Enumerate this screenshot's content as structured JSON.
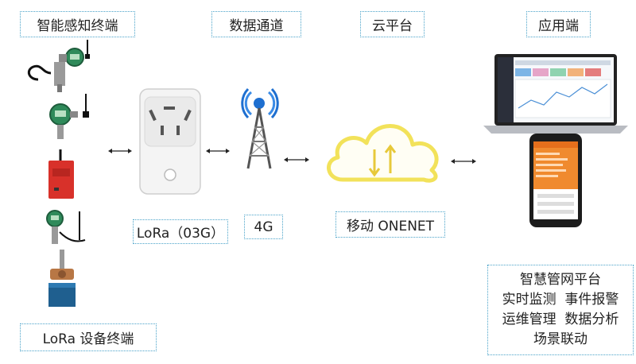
{
  "labels": {
    "terminal_top": "智能感知终端",
    "data_channel": "数据通道",
    "cloud_platform": "云平台",
    "app_side": "应用端",
    "lora_module": "LoRa（03G）",
    "network_4g": "4G",
    "onenet": "移动 ONENET",
    "lora_terminal": "LoRa 设备终端"
  },
  "features": [
    "智慧管网平台",
    "实时监测  事件报警",
    "运维管理  数据分析",
    "场景联动"
  ],
  "colors": {
    "box_border": "#4aa3c9",
    "cloud_stroke": "#f2e25a",
    "tower_blue": "#1e6fd0",
    "sensor_green": "#2f8a5a",
    "device_red": "#d8312a",
    "phone_orange": "#f08a2e"
  }
}
